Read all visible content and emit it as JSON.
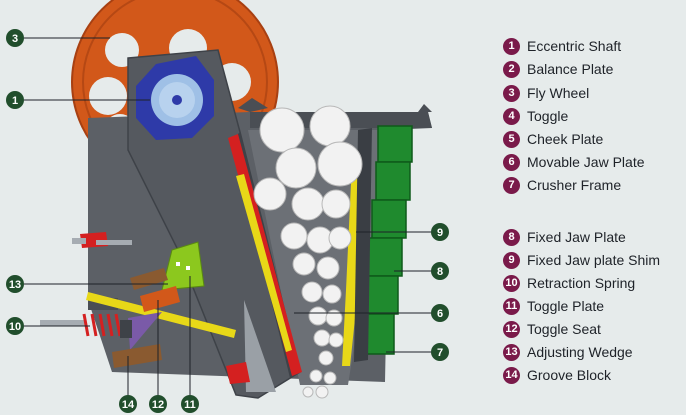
{
  "legend": [
    {
      "num": "1",
      "label": "Eccentric Shaft"
    },
    {
      "num": "2",
      "label": "Balance Plate"
    },
    {
      "num": "3",
      "label": "Fly Wheel"
    },
    {
      "num": "4",
      "label": "Toggle"
    },
    {
      "num": "5",
      "label": "Cheek Plate"
    },
    {
      "num": "6",
      "label": "Movable Jaw Plate"
    },
    {
      "num": "7",
      "label": "Crusher Frame"
    },
    {
      "num": "8",
      "label": "Fixed Jaw Plate"
    },
    {
      "num": "9",
      "label": "Fixed Jaw plate Shim"
    },
    {
      "num": "10",
      "label": "Retraction Spring"
    },
    {
      "num": "11",
      "label": "Toggle Plate"
    },
    {
      "num": "12",
      "label": "Toggle Seat"
    },
    {
      "num": "13",
      "label": "Adjusting Wedge"
    },
    {
      "num": "14",
      "label": "Groove Block"
    }
  ],
  "callouts": [
    "3",
    "1",
    "13",
    "10",
    "14",
    "12",
    "11",
    "9",
    "8",
    "6",
    "7"
  ],
  "colors": {
    "background": "#e6ebeb",
    "frame": "#5c6066",
    "flywheel": "#d2581a",
    "shaft": "#2e3aa8",
    "jaw_red": "#d42020",
    "jaw_yellow": "#e8d818",
    "fixed_jaw_green": "#1f8a2e",
    "wedge_green": "#8cc81e",
    "callout_green": "#214e2c",
    "legend_circle": "#7a1a4a"
  }
}
